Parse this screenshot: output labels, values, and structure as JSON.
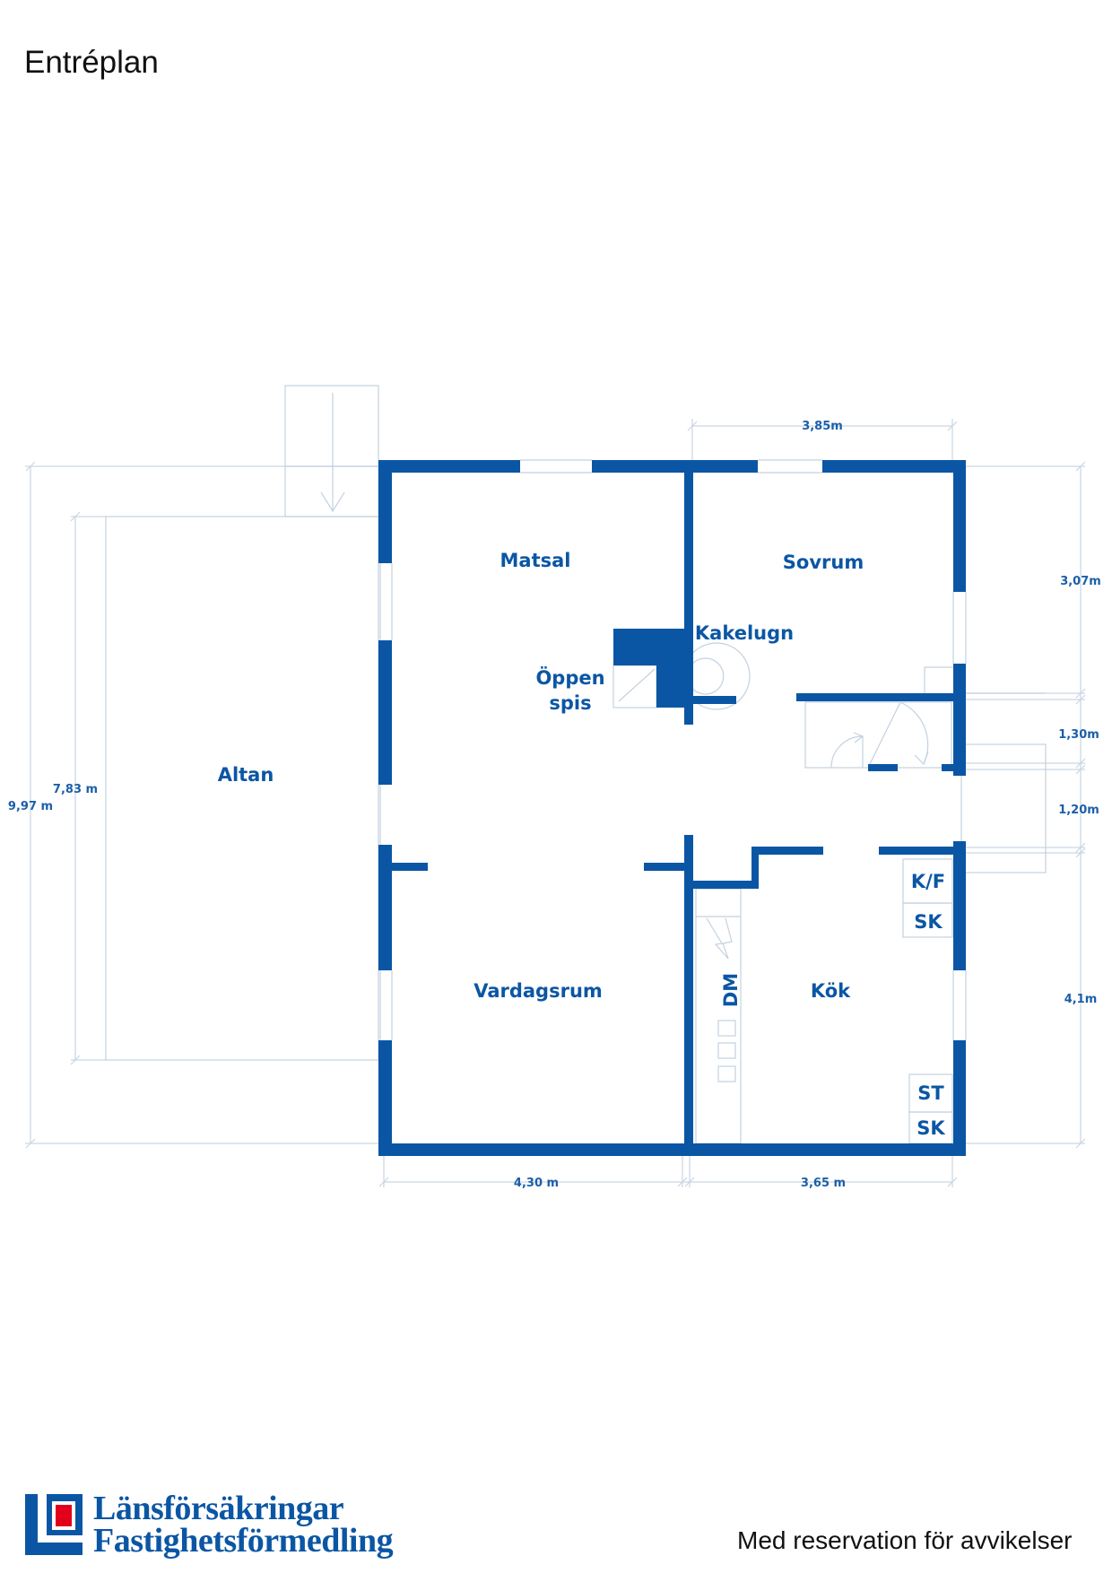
{
  "page": {
    "title": "Entréplan",
    "disclaimer": "Med reservation för avvikelser"
  },
  "rooms": {
    "matsal": "Matsal",
    "sovrum": "Sovrum",
    "altan": "Altan",
    "vardagsrum": "Vardagsrum",
    "kok": "Kök",
    "kakelugn": "Kakelugn",
    "oppen_spis_line1": "Öppen",
    "oppen_spis_line2": "spis"
  },
  "fixtures": {
    "kf": "K/F",
    "sk_upper": "SK",
    "st": "ST",
    "sk_lower": "SK",
    "dm": "DM"
  },
  "dimensions": {
    "top_width": "3,85m",
    "right_sovrum": "3,07m",
    "right_hall": "1,30m",
    "right_entry": "1,20m",
    "right_kok": "4,1m",
    "bottom_left": "4,30 m",
    "bottom_right": "3,65 m",
    "left_outer": "9,97 m",
    "left_altan": "7,83 m"
  },
  "logo": {
    "line1": "Länsförsäkringar",
    "line2": "Fastighetsförmedling"
  },
  "colors": {
    "wall": "#0b56a4",
    "label": "#0b56a4",
    "thin_line": "#c3d1e0",
    "logo_red": "#e2001a"
  }
}
